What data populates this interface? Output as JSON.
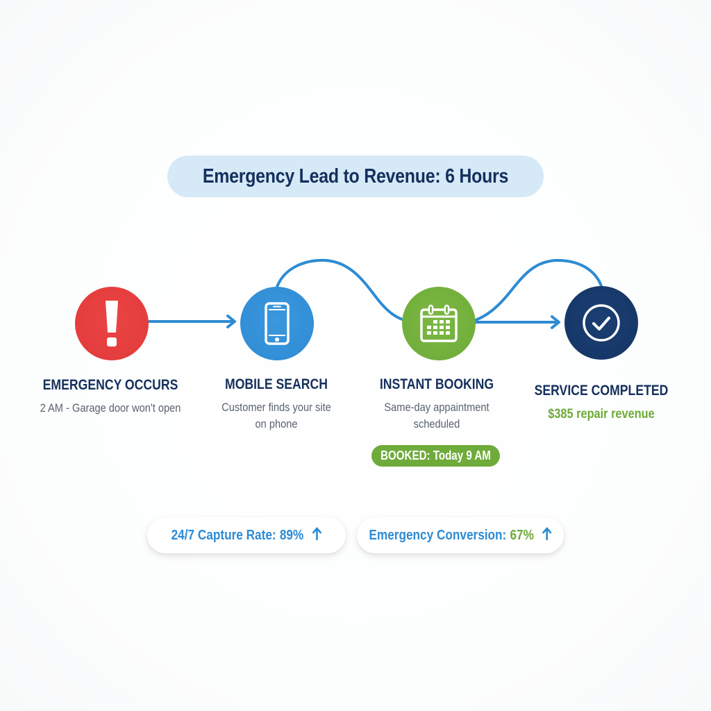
{
  "title": "Emergency Lead to Revenue: 6 Hours",
  "colors": {
    "navy": "#15305c",
    "title_bg": "#d6e9f7",
    "red": "#e23a3a",
    "blue": "#2f8ad3",
    "green": "#6eaa38",
    "dark_navy": "#143464",
    "gray_text": "#5a6270",
    "connector": "#2e8bd3"
  },
  "steps": [
    {
      "icon": "exclamation-icon",
      "color": "#e23a3a",
      "title": "EMERGENCY OCCURS",
      "desc_lines": [
        "2 AM - Garage door won't open"
      ]
    },
    {
      "icon": "smartphone-icon",
      "color": "#2f8ad3",
      "title": "MOBILE SEARCH",
      "desc_lines": [
        "Customer finds your site",
        "on phone"
      ]
    },
    {
      "icon": "calendar-icon",
      "color": "#6eaa38",
      "title": "INSTANT BOOKING",
      "desc_lines": [
        "Same-day appaintment",
        "scheduled"
      ],
      "badge": "BOOKED: Today 9 AM"
    },
    {
      "icon": "check-circle-icon",
      "color": "#143464",
      "title": "SERVICE COMPLETED",
      "revenue": "$385 repair revenue"
    }
  ],
  "metrics": [
    {
      "label": "24/7 Capture Rate:",
      "value": "89%",
      "value_color": "#2e8bd3",
      "trend": "up-arrow-icon"
    },
    {
      "label": "Emergency Conversion:",
      "value": "67%",
      "value_color": "#6eaa38",
      "trend": "up-arrow-icon"
    }
  ]
}
